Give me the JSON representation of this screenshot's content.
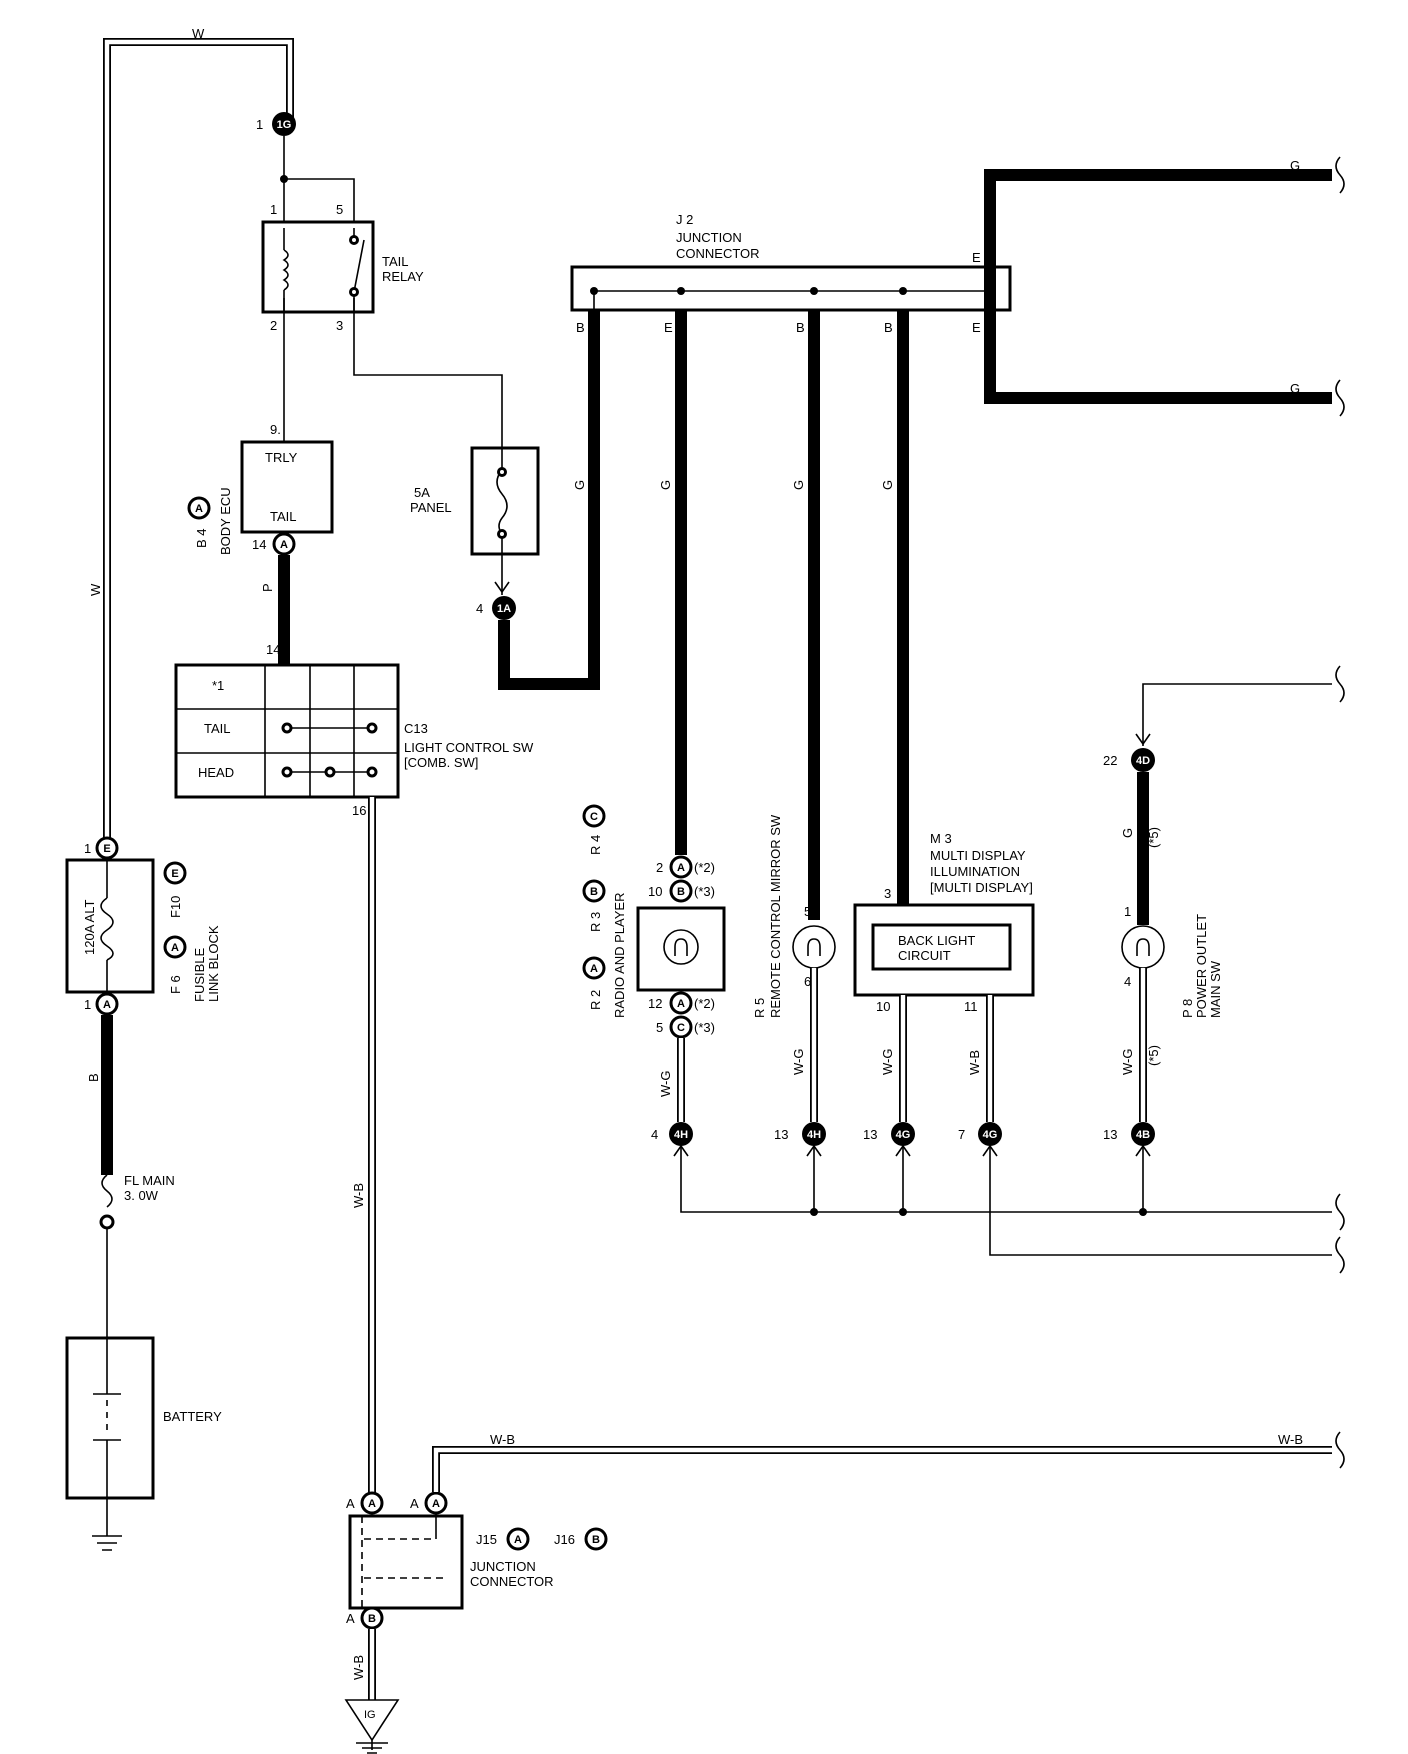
{
  "wire_colors": {
    "w_top": "W",
    "w_left": "W",
    "p_ecu": "P",
    "b_main": "B",
    "wb_vertical": "W-B",
    "wb_bottom": "W-B",
    "wb_top1": "W-B",
    "wb_top2": "W-B",
    "g_panel": "G",
    "g_radio": "G",
    "g_mirror": "G",
    "g_multi": "G",
    "g_right_top": "G",
    "g_right_bottom": "G",
    "g_power": "G",
    "g_power_note": "(*5)",
    "wg_radio": "W-G",
    "wg_mirror": "W-G",
    "wg_multi": "W-G",
    "wb_multi": "W-B",
    "wg_power": "W-G",
    "wg_power_note": "(*5)"
  },
  "tail_relay": {
    "label1": "TAIL",
    "label2": "RELAY",
    "pin1": "1",
    "pin5": "5",
    "pin2": "2",
    "pin3": "3"
  },
  "connector_1g": {
    "id": "1G",
    "pin": "1"
  },
  "body_ecu": {
    "code": "B 4",
    "letter": "A",
    "name": "BODY ECU",
    "trly": "TRLY",
    "tail": "TAIL",
    "pin9": "9.",
    "pin14": "14",
    "conn": "A"
  },
  "light_sw": {
    "code": "C13",
    "name1": "LIGHT CONTROL SW",
    "name2": "[COMB.  SW]",
    "row1": "*1",
    "row2": "TAIL",
    "row3": "HEAD",
    "pin14": "14",
    "pin16": "16"
  },
  "fuse_panel": {
    "amp": "5A",
    "name": "PANEL",
    "conn": "1A",
    "pin": "4"
  },
  "junction_j2": {
    "code": "J 2",
    "name1": "JUNCTION",
    "name2": "CONNECTOR",
    "pin_e_top": "E",
    "pin_b1": "B",
    "pin_e2": "E",
    "pin_b2": "B",
    "pin_b3": "B",
    "pin_e3": "E"
  },
  "fusible_link": {
    "amp": "120A ALT",
    "code1": "F 6",
    "code2": "F10",
    "letter1": "A",
    "letter2": "E",
    "name1": "FUSIBLE",
    "name2": "LINK BLOCK",
    "conn_top": "E",
    "conn_bottom": "A",
    "pin_top": "1",
    "pin_bottom": "1"
  },
  "fl_main": {
    "name": "FL MAIN",
    "rating": "3. 0W"
  },
  "battery": {
    "name": "BATTERY"
  },
  "radio": {
    "code1": "R 2",
    "code2": "R 3",
    "code3": "R 4",
    "l1": "A",
    "l2": "B",
    "l3": "C",
    "name": "RADIO AND PLAYER",
    "p1": "2",
    "c1": "A",
    "n1": "(*2)",
    "p2": "10",
    "c2": "B",
    "n2": "(*3)",
    "p3": "12",
    "c3": "A",
    "n3": "(*2)",
    "p4": "5",
    "c4": "C",
    "n4": "(*3)"
  },
  "mirror": {
    "code": "R 5",
    "name": "REMOTE CONTROL MIRROR SW",
    "pin_top": "5",
    "pin_bottom": "6"
  },
  "multi": {
    "code": "M 3",
    "name1": "MULTI DISPLAY",
    "name2": "ILLUMINATION",
    "name3": "[MULTI DISPLAY]",
    "circuit1": "BACK LIGHT",
    "circuit2": "CIRCUIT",
    "pin_top": "3",
    "pin10": "10",
    "pin11": "11"
  },
  "power_sw": {
    "code": "P 8",
    "name1": "POWER OUTLET",
    "name2": "MAIN SW",
    "conn": "4D",
    "pin22": "22",
    "pin_top": "1",
    "pin_bottom": "4"
  },
  "bottom_conns": [
    {
      "pin": "4",
      "id": "4H"
    },
    {
      "pin": "13",
      "id": "4H"
    },
    {
      "pin": "13",
      "id": "4G"
    },
    {
      "pin": "7",
      "id": "4G"
    },
    {
      "pin": "13",
      "id": "4B"
    }
  ],
  "junction_j15": {
    "code1": "J15",
    "code2": "J16",
    "letter1": "A",
    "letter2": "B",
    "name1": "JUNCTION",
    "name2": "CONNECTOR",
    "pa1": "A",
    "ca1": "A",
    "pa2": "A",
    "ca2": "A",
    "pb": "A",
    "cb": "B"
  },
  "ground": {
    "label": "IG"
  }
}
